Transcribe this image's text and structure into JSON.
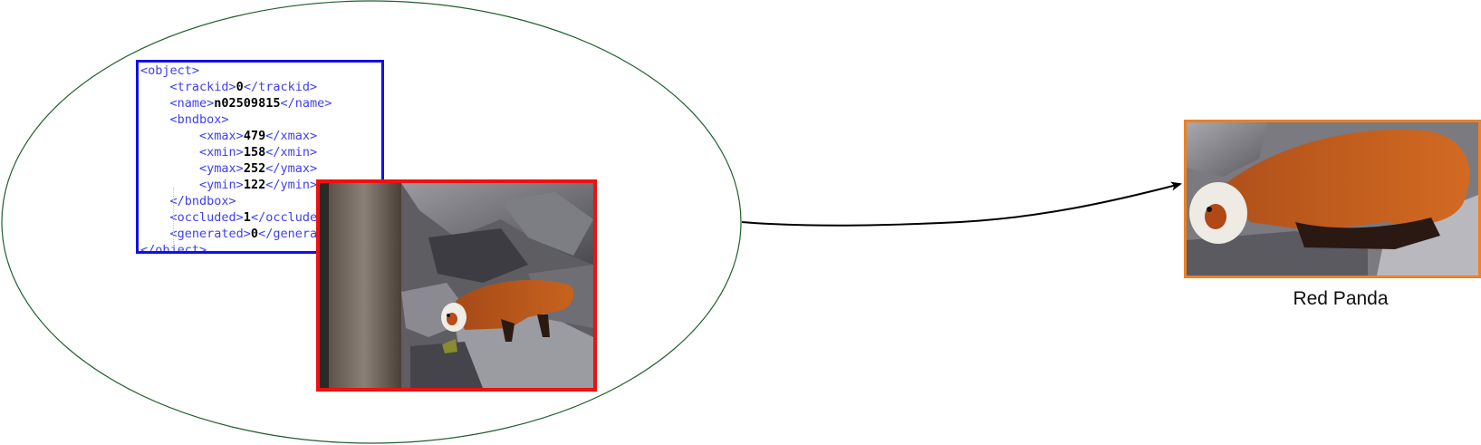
{
  "xml": {
    "lines": [
      {
        "indent": 0,
        "open": "<object>",
        "value": "",
        "close": ""
      },
      {
        "indent": 1,
        "open": "<trackid>",
        "value": "0",
        "close": "</trackid>"
      },
      {
        "indent": 1,
        "open": "<name>",
        "value": "n02509815",
        "close": "</name>"
      },
      {
        "indent": 1,
        "open": "<bndbox>",
        "value": "",
        "close": ""
      },
      {
        "indent": 2,
        "open": "<xmax>",
        "value": "479",
        "close": "</xmax>"
      },
      {
        "indent": 2,
        "open": "<xmin>",
        "value": "158",
        "close": "</xmin>"
      },
      {
        "indent": 2,
        "open": "<ymax>",
        "value": "252",
        "close": "</ymax>"
      },
      {
        "indent": 2,
        "open": "<ymin>",
        "value": "122",
        "close": "</ymin>"
      },
      {
        "indent": 1,
        "open": "</bndbox>",
        "value": "",
        "close": ""
      },
      {
        "indent": 1,
        "open": "<occluded>",
        "value": "1",
        "close": "</occluded>"
      },
      {
        "indent": 1,
        "open": "<generated>",
        "value": "0",
        "close": "</generated>"
      },
      {
        "indent": 0,
        "open": "</object>",
        "value": "",
        "close": ""
      }
    ]
  },
  "crop": {
    "caption": "Red Panda"
  },
  "colors": {
    "ellipse_stroke": "#1f5f2f",
    "xml_border": "#1010ee",
    "photo_border": "#ee1111",
    "crop_border": "#f08020",
    "arrow": "#000000"
  },
  "icons": {
    "photo": "red-panda-photo-icon",
    "crop": "red-panda-crop-icon"
  }
}
